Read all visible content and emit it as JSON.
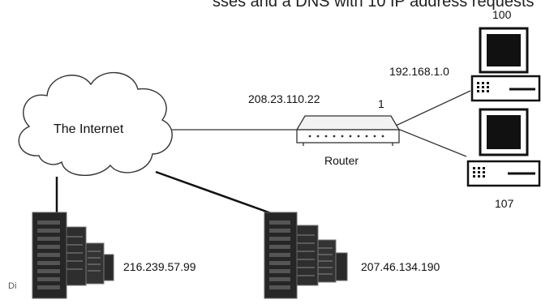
{
  "header": {
    "caption_fragment": "sses and a DNS with 10 IP address requests"
  },
  "cloud": {
    "label": "The Internet"
  },
  "router": {
    "label": "Router",
    "wan_ip": "208.23.110.22",
    "lan_port": "1",
    "lan_network": "192.168.1.0"
  },
  "computers": [
    {
      "label": "100"
    },
    {
      "label": "107"
    }
  ],
  "servers": [
    {
      "ip": "216.239.57.99"
    },
    {
      "ip": "207.46.134.190"
    }
  ],
  "footer": {
    "corner_text": "Di"
  },
  "colors": {
    "line": "#333333",
    "server_dark": "#2a2a2a",
    "server_light": "#777777"
  },
  "icons": [
    "cloud-icon",
    "router-icon",
    "computer-icon",
    "server-rack-icon"
  ]
}
